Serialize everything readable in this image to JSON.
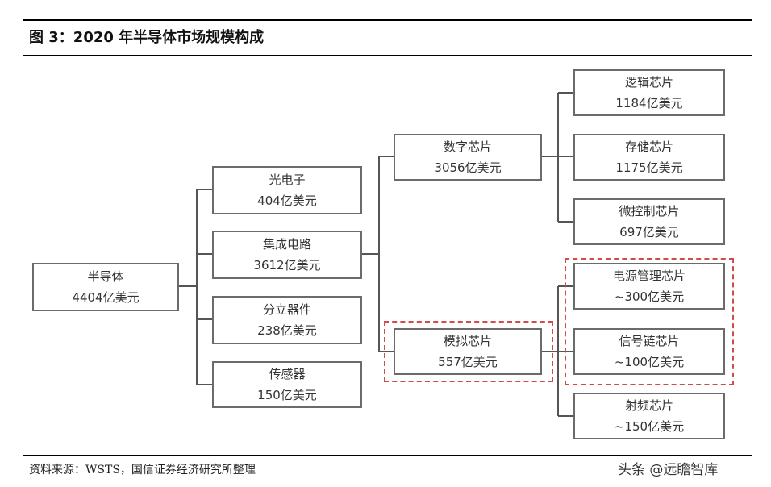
{
  "header": {
    "title": "图 3：2020 年半导体市场规模构成"
  },
  "diagram": {
    "root": {
      "name": "半导体",
      "value": "4404亿美元"
    },
    "level1": [
      {
        "name": "光电子",
        "value": "404亿美元"
      },
      {
        "name": "集成电路",
        "value": "3612亿美元"
      },
      {
        "name": "分立器件",
        "value": "238亿美元"
      },
      {
        "name": "传感器",
        "value": "150亿美元"
      }
    ],
    "level2": [
      {
        "name": "数字芯片",
        "value": "3056亿美元"
      },
      {
        "name": "模拟芯片",
        "value": "557亿美元"
      }
    ],
    "level3": [
      {
        "name": "逻辑芯片",
        "value": "1184亿美元"
      },
      {
        "name": "存储芯片",
        "value": "1175亿美元"
      },
      {
        "name": "微控制芯片",
        "value": "697亿美元"
      },
      {
        "name": "电源管理芯片",
        "value": "~300亿美元"
      },
      {
        "name": "信号链芯片",
        "value": "~100亿美元"
      },
      {
        "name": "射频芯片",
        "value": "~150亿美元"
      }
    ],
    "colors": {
      "box_border": "#6b6b6b",
      "connector": "#555555",
      "highlight_dash": "#d24b4b"
    }
  },
  "footer": {
    "source": "资料来源：WSTS，国信证券经济研究所整理",
    "watermark": "头条 @远瞻智库"
  }
}
